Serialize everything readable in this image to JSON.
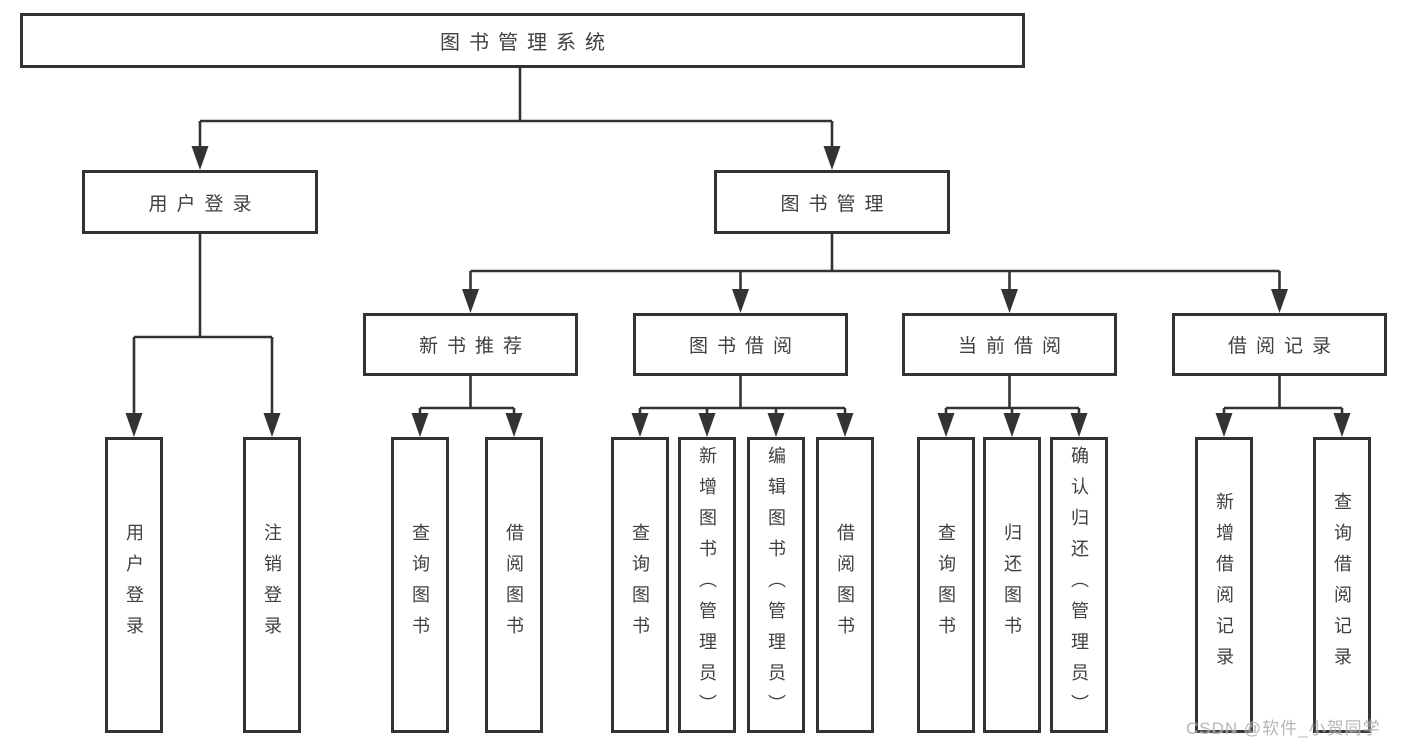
{
  "diagram": {
    "root": {
      "label": "图书管理系统"
    },
    "level2": [
      {
        "label": "用户登录"
      },
      {
        "label": "图书管理"
      }
    ],
    "level3": [
      {
        "label": "新书推荐",
        "parent": "图书管理"
      },
      {
        "label": "图书借阅",
        "parent": "图书管理"
      },
      {
        "label": "当前借阅",
        "parent": "图书管理"
      },
      {
        "label": "借阅记录",
        "parent": "图书管理"
      }
    ],
    "leaves": [
      {
        "label": "用户登录",
        "parent": "用户登录"
      },
      {
        "label": "注销登录",
        "parent": "用户登录"
      },
      {
        "label": "查询图书",
        "parent": "新书推荐"
      },
      {
        "label": "借阅图书",
        "parent": "新书推荐"
      },
      {
        "label": "查询图书",
        "parent": "图书借阅"
      },
      {
        "label": "新增图书（管理员）",
        "parent": "图书借阅"
      },
      {
        "label": "编辑图书（管理员）",
        "parent": "图书借阅"
      },
      {
        "label": "借阅图书",
        "parent": "图书借阅"
      },
      {
        "label": "查询图书",
        "parent": "当前借阅"
      },
      {
        "label": "归还图书",
        "parent": "当前借阅"
      },
      {
        "label": "确认归还（管理员）",
        "parent": "当前借阅"
      },
      {
        "label": "新增借阅记录",
        "parent": "借阅记录"
      },
      {
        "label": "查询借阅记录",
        "parent": "借阅记录"
      }
    ],
    "watermark": "CSDN @软件_小贺同学",
    "colors": {
      "line": "#333333",
      "border": "#333333",
      "text": "#404040",
      "background": "#ffffff",
      "watermark": "#ababab"
    }
  }
}
